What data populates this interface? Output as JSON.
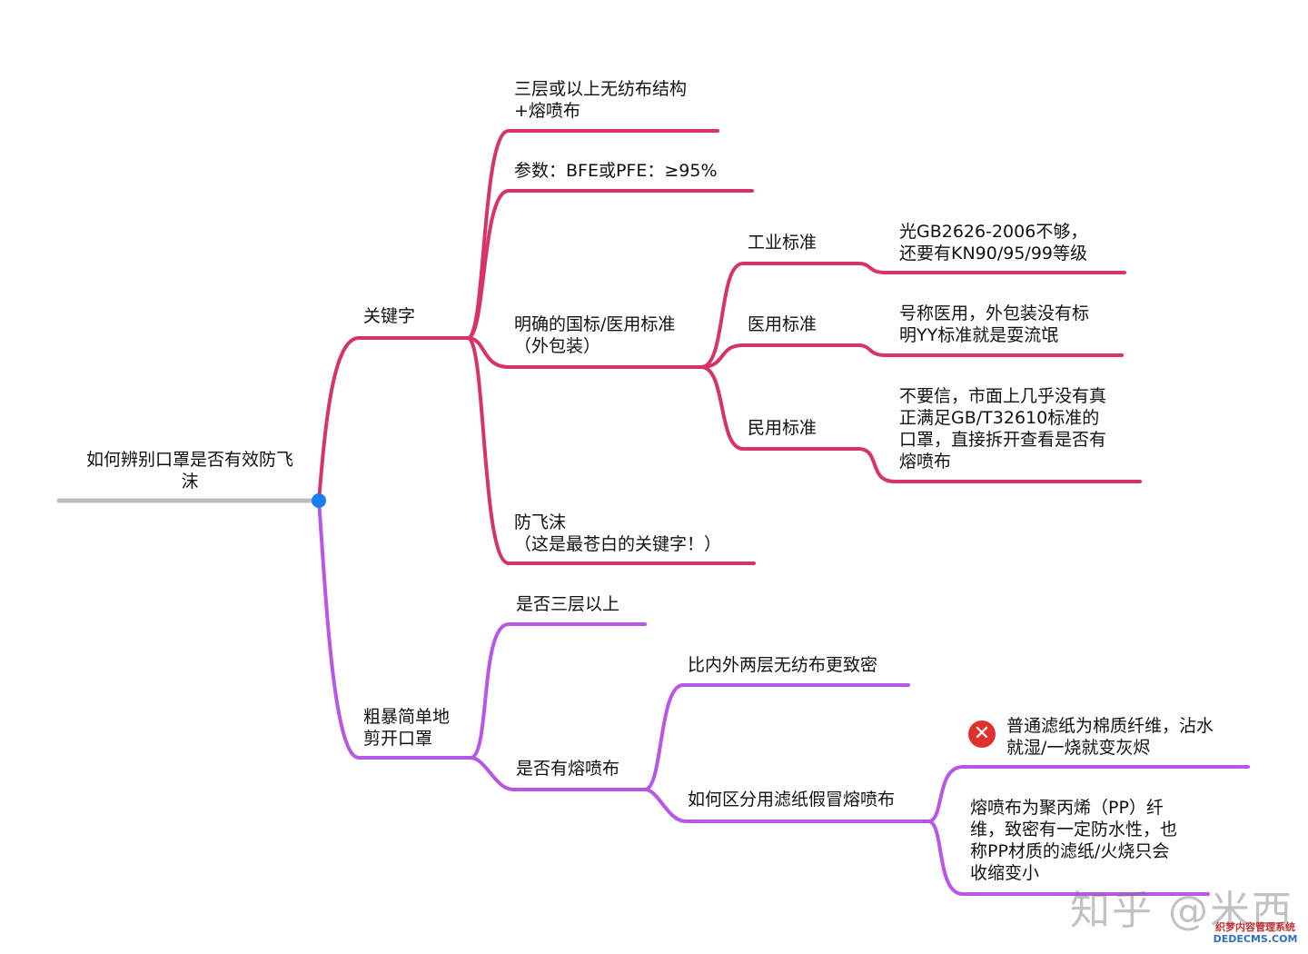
{
  "colors": {
    "root_line": "#bdbdbd",
    "branch_keyword": "#d6336c",
    "branch_cut": "#b856e6",
    "root_dot": "#1a7df0",
    "error_icon": "#e0312e"
  },
  "root": {
    "label": "如何辨别口罩是否有效防飞\n沫"
  },
  "keyword_branch": {
    "label": "关键字",
    "children": [
      {
        "label": "三层或以上无纺布结构\n+熔喷布"
      },
      {
        "label": "参数：BFE或PFE：≥95%"
      },
      {
        "label": "明确的国标/医用标准\n（外包装）",
        "children": [
          {
            "label": "工业标准",
            "note": "光GB2626-2006不够，\n还要有KN90/95/99等级"
          },
          {
            "label": "医用标准",
            "note": "号称医用，外包装没有标\n明YY标准就是耍流氓"
          },
          {
            "label": "民用标准",
            "note": "不要信，市面上几乎没有真\n正满足GB/T32610标准的\n口罩，直接拆开查看是否有\n熔喷布"
          }
        ]
      },
      {
        "label": "防飞沫\n（这是最苍白的关键字！）"
      }
    ]
  },
  "cut_branch": {
    "label": "粗暴简单地\n剪开口罩",
    "children": [
      {
        "label": "是否三层以上"
      },
      {
        "label": "是否有熔喷布",
        "children": [
          {
            "label": "比内外两层无纺布更致密"
          },
          {
            "label": "如何区分用滤纸假冒熔喷布",
            "children": [
              {
                "label": "普通滤纸为棉质纤维，沾水\n就湿/一烧就变灰烬",
                "icon": "error-x-icon"
              },
              {
                "label": "熔喷布为聚丙烯（PP）纤\n维，致密有一定防水性，也\n称PP材质的滤纸/火烧只会\n收缩变小"
              }
            ]
          }
        ]
      }
    ]
  },
  "watermark": "知乎 @米西",
  "footer": {
    "line1": "织梦内容管理系统",
    "line2": "DEDECMS.COM"
  }
}
